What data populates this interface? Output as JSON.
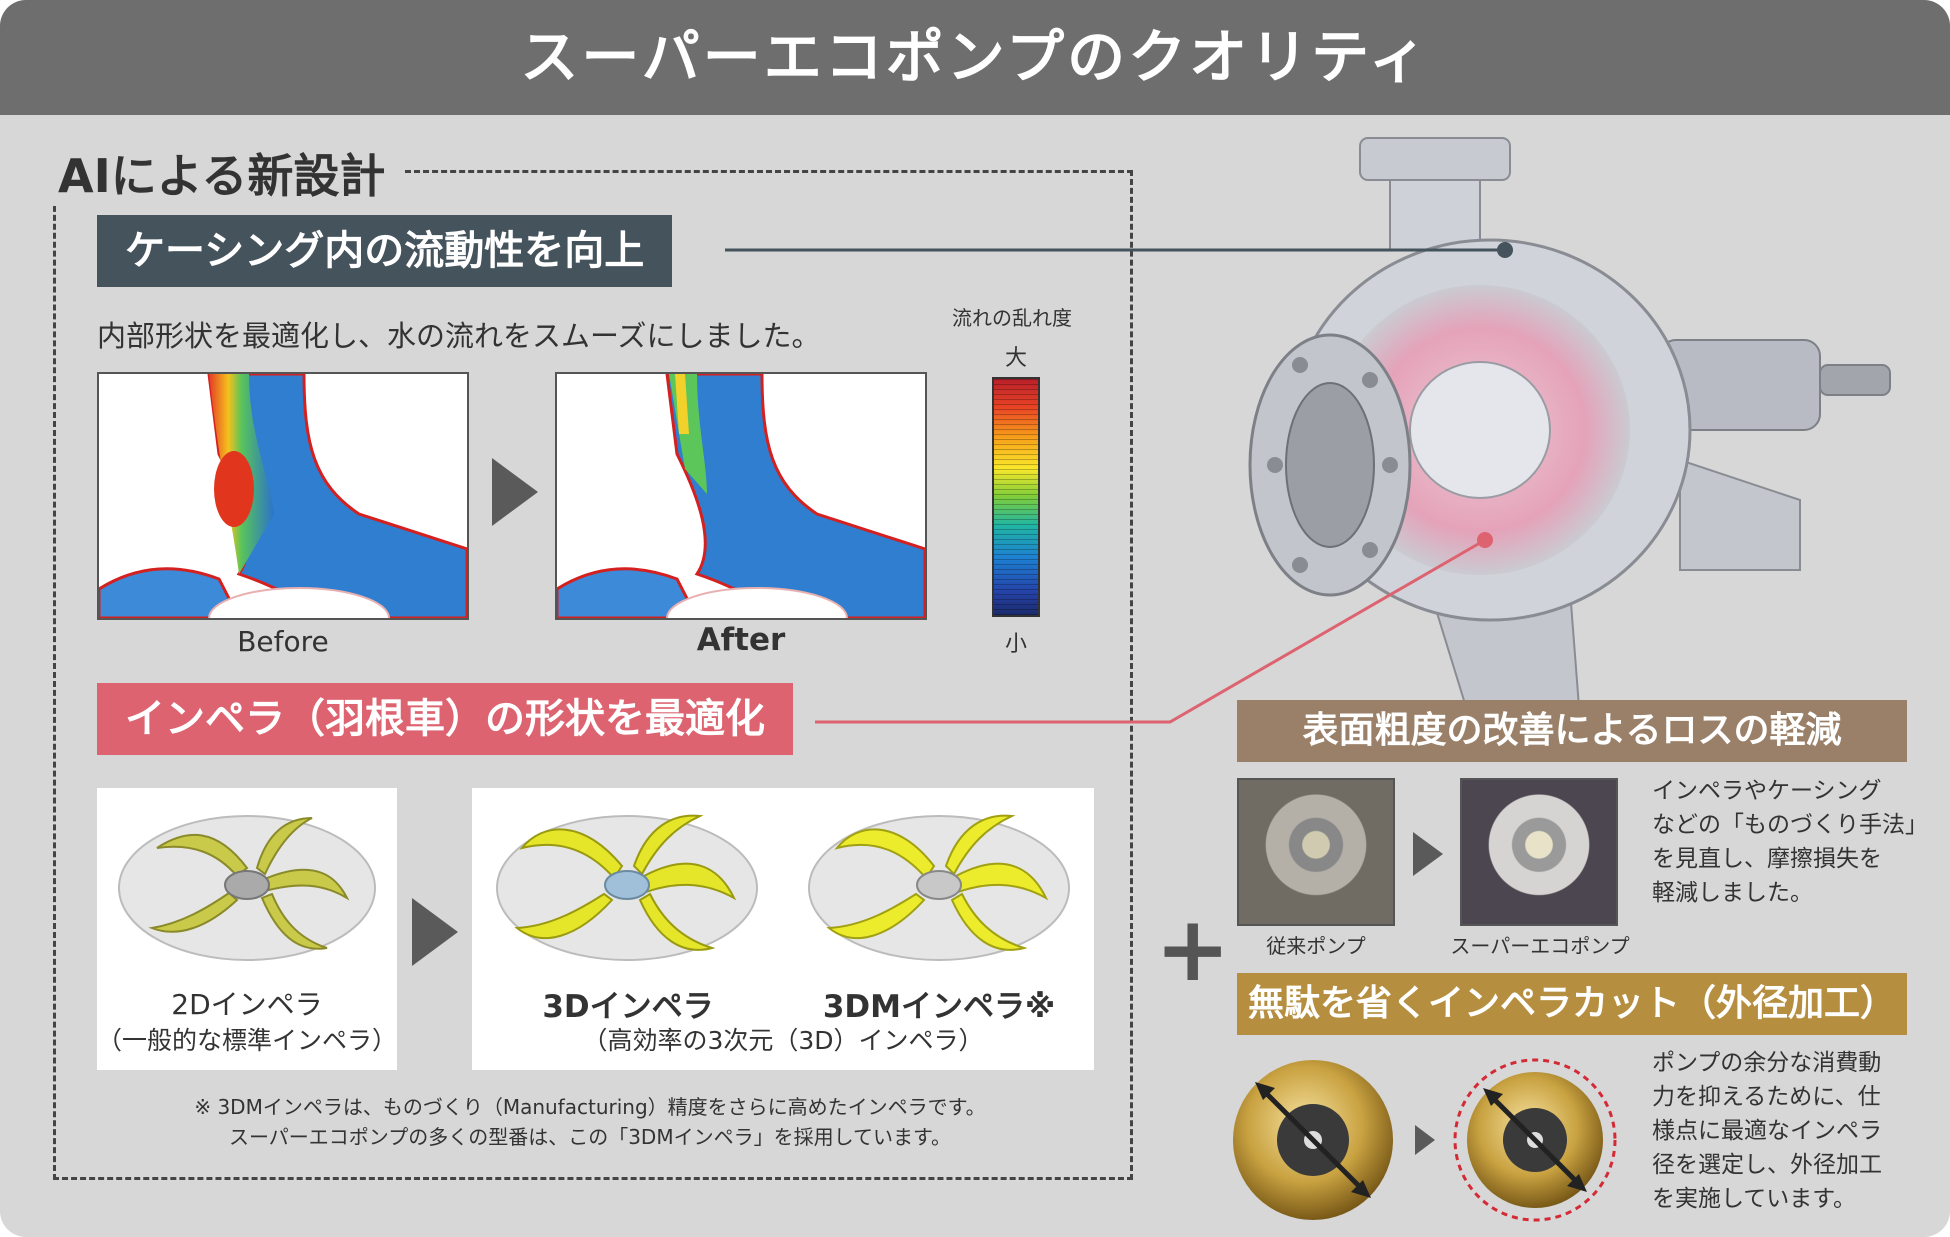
{
  "header": {
    "title": "スーパーエコポンプのクオリティ"
  },
  "ai_section": {
    "title": "AIによる新設計",
    "casing": {
      "tag": "ケーシング内の流動性を向上",
      "description": "内部形状を最適化し、水の流れをスムーズにしました。",
      "before_label": "Before",
      "after_label": "After",
      "legend_title": "流れの乱れ度",
      "legend_high": "大",
      "legend_low": "小"
    },
    "impeller": {
      "tag": "インペラ（羽根車）の形状を最適化",
      "imp2d_label": "2Dインペラ",
      "imp2d_sub": "（一般的な標準インペラ）",
      "imp3d_label": "3Dインペラ",
      "imp3dm_label": "3DMインペラ※",
      "imp3d_sub": "（高効率の3次元（3D）インペラ）"
    },
    "note_line1": "※ 3DMインペラは、ものづくり（Manufacturing）精度をさらに高めたインペラです。",
    "note_line2": "スーパーエコポンプの多くの型番は、この「3DMインペラ」を採用しています。"
  },
  "roughness": {
    "tag": "表面粗度の改善によるロスの軽減",
    "conventional_label": "従来ポンプ",
    "super_label": "スーパーエコポンプ",
    "text": [
      "インペラやケーシング",
      "などの「ものづくり手法」",
      "を見直し、摩擦損失を",
      "軽減しました。"
    ]
  },
  "plus_symbol": "+",
  "cut": {
    "tag": "無駄を省くインペラカット（外径加工）",
    "text": [
      "ポンプの余分な消費動",
      "力を抑えるために、仕",
      "様点に最適なインペラ",
      "径を選定し、外径加工",
      "を実施しています。"
    ]
  },
  "colors": {
    "header": "#6e6e6e",
    "panel": "#d7d7d7",
    "casing_tag": "#44535c",
    "impeller_tag": "#dd6370",
    "roughness_tag": "#9a8068",
    "cut_tag": "#b58e3f"
  }
}
